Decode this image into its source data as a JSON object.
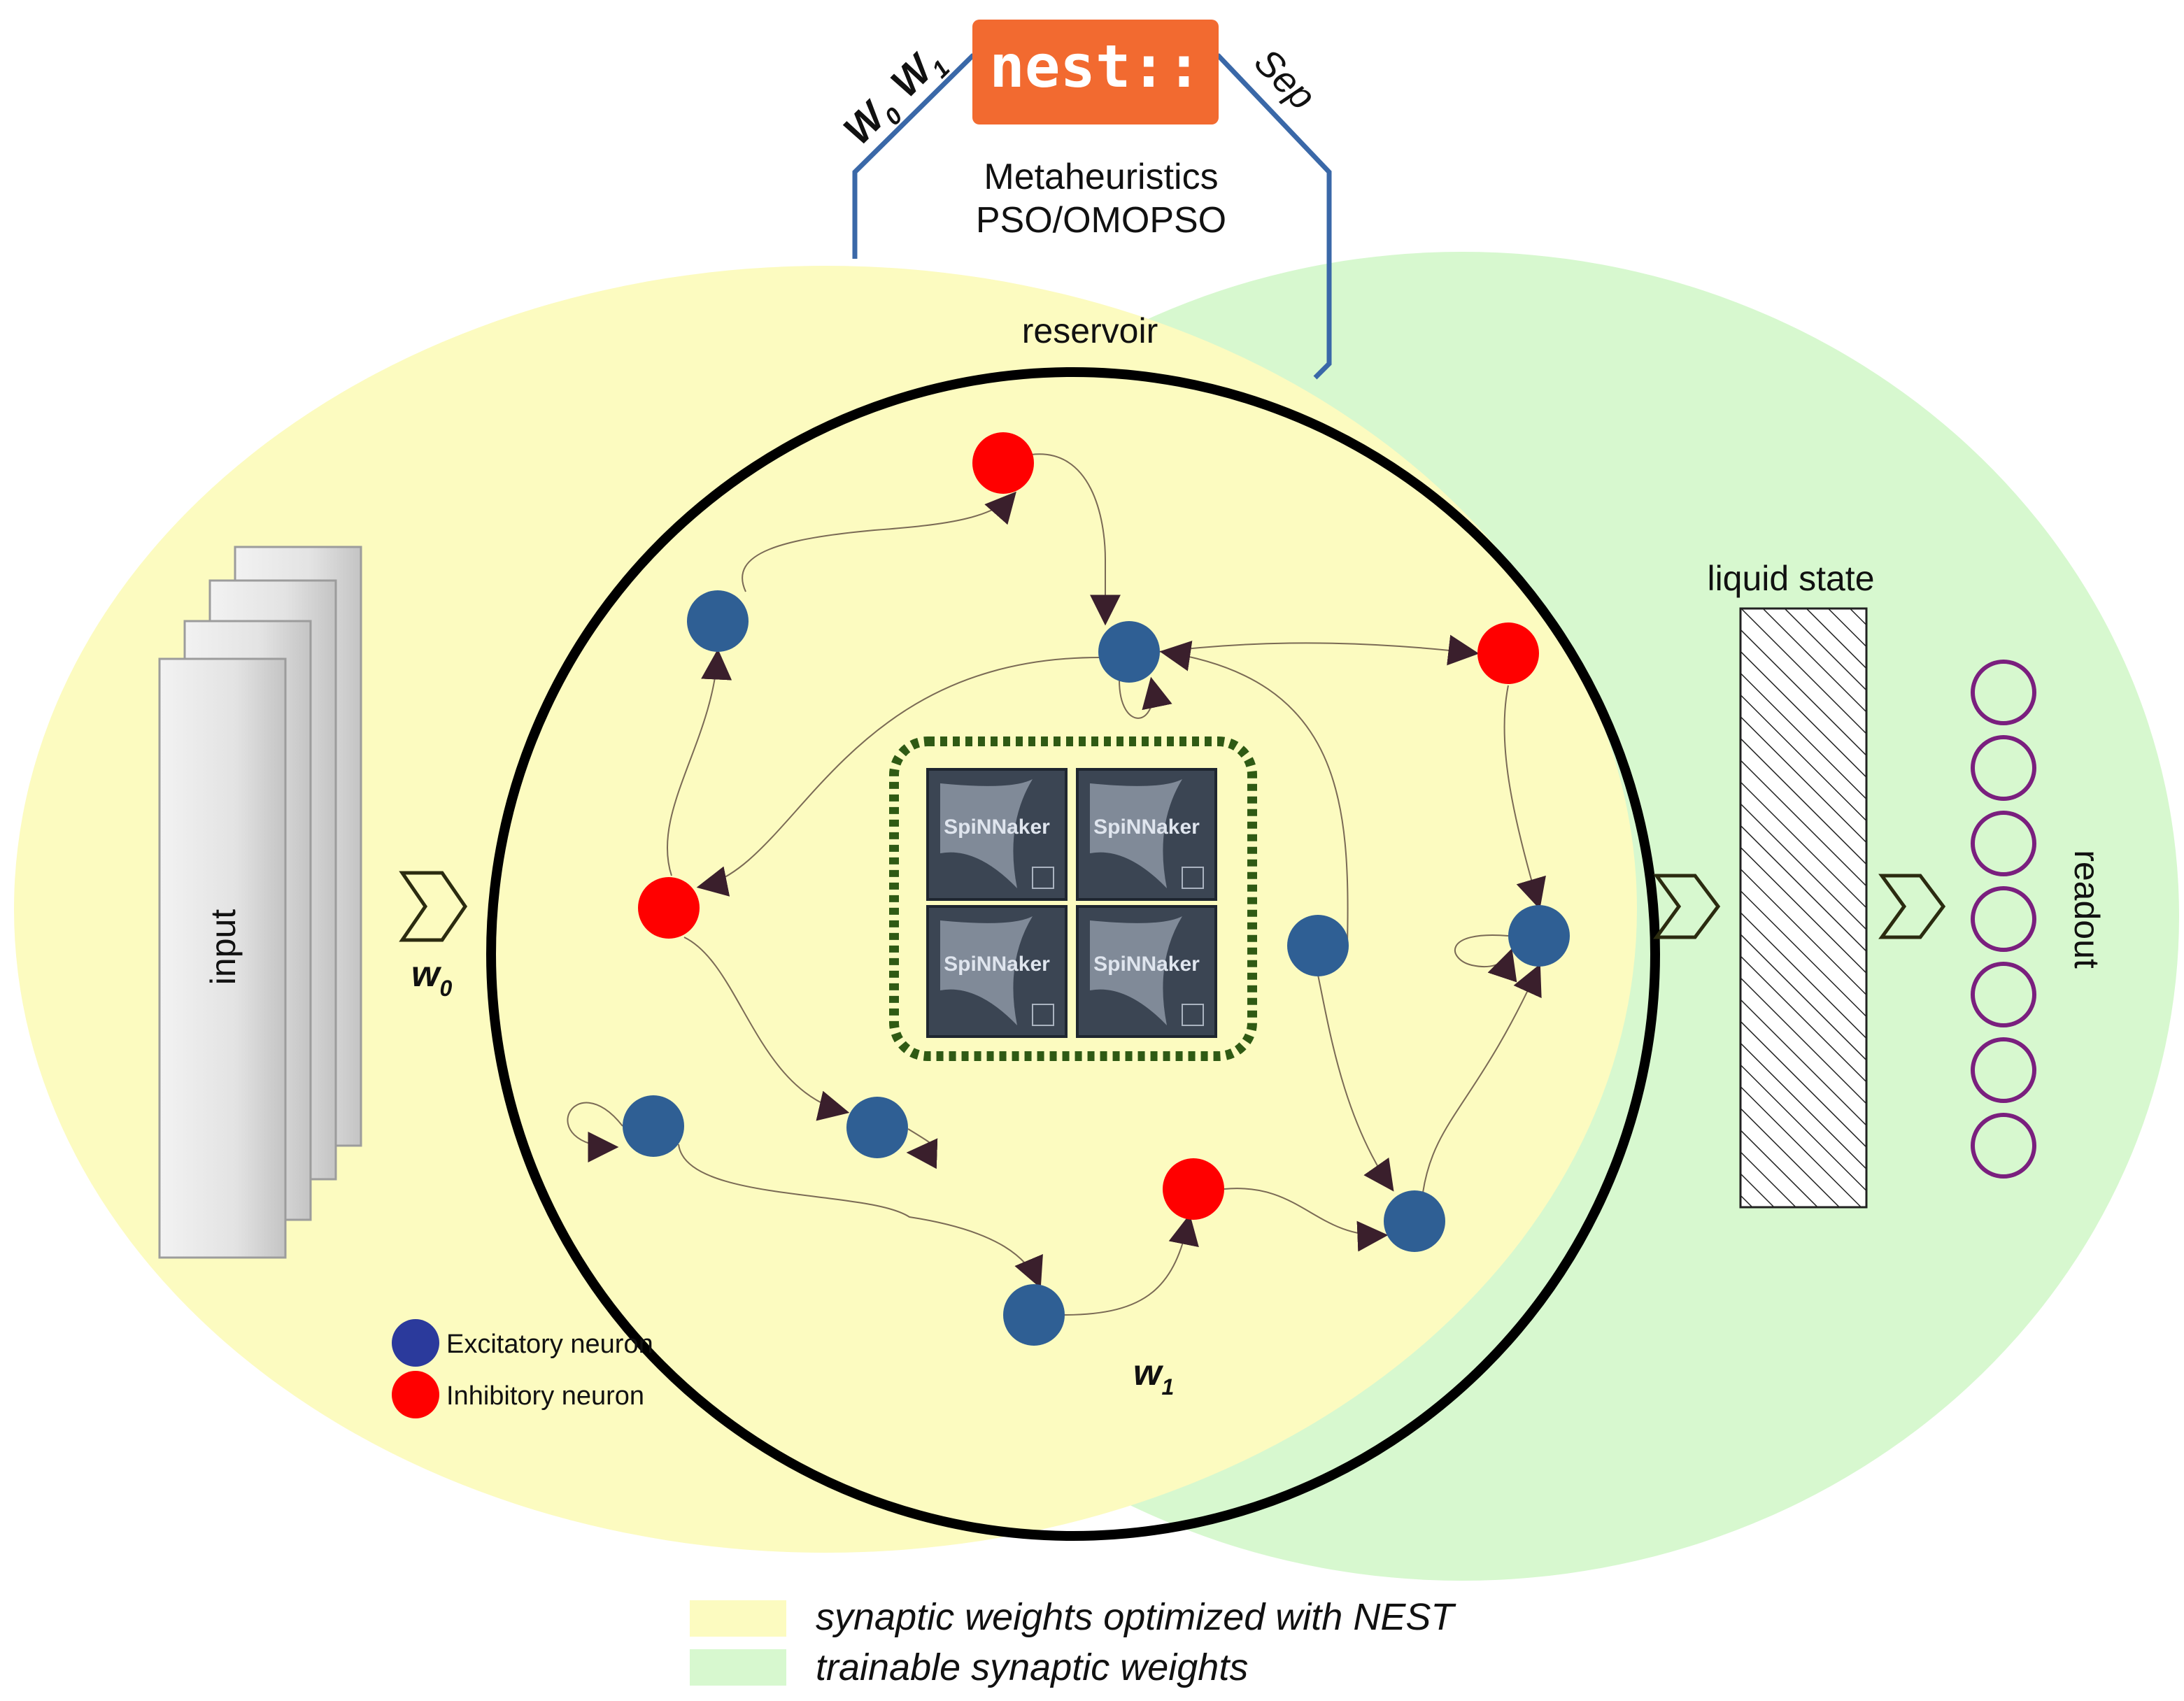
{
  "optimizer": {
    "logo_text": "nest::",
    "logo_color": "#f26a30",
    "method_line1": "Metaheuristics",
    "method_line2": "PSO/OMOPSO",
    "param_w0": "W",
    "param_w0_sub": "0",
    "param_w1": "W",
    "param_w1_sub": "1",
    "param_sep": "Sep",
    "link_color": "#3a68a8"
  },
  "regions": {
    "yellow_color": "#fcfbc0",
    "green_color": "#d7f8cf"
  },
  "reservoir": {
    "label": "reservoir",
    "chip_text": "SpiNNaker",
    "w1_label": "w",
    "w1_sub": "1"
  },
  "input": {
    "label": "input",
    "w0_label": "w",
    "w0_sub": "0"
  },
  "liquid_state": {
    "label": "liquid state"
  },
  "readout": {
    "label": "readout",
    "neuron_count": 7,
    "neuron_color": "#7a1f7e"
  },
  "neurons": {
    "excitatory_color": "#2f5f94",
    "inhibitory_color": "#ff0000"
  },
  "neuron_legend": {
    "excitatory": "Excitatory neuron",
    "inhibitory": "Inhibitory neuron",
    "excitatory_color": "#2b3a9c",
    "inhibitory_color": "#ff0000"
  },
  "legend": {
    "yellow": "synaptic weights optimized with NEST",
    "green": "trainable synaptic weights"
  }
}
